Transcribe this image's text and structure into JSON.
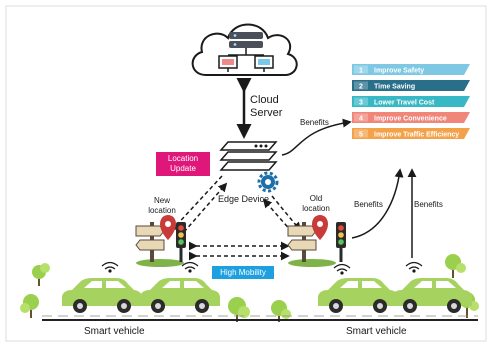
{
  "cloud": {
    "label": "Cloud\nServer"
  },
  "edge": {
    "label": "Edge Device"
  },
  "location_update": {
    "label": "Location\nUpdate"
  },
  "new_location": {
    "label": "New\nlocation"
  },
  "old_location": {
    "label": "Old\nlocation"
  },
  "high_mobility": {
    "label": "High Mobility"
  },
  "benefits_labels": [
    "Benefits",
    "Benefits",
    "Benefits"
  ],
  "benefits": [
    {
      "num": "1",
      "text": "Improve Safety",
      "color": "#7ec8e3"
    },
    {
      "num": "2",
      "text": "Time Saving",
      "color": "#2a6f8a"
    },
    {
      "num": "3",
      "text": "Lower Travel Cost",
      "color": "#37b8c4"
    },
    {
      "num": "4",
      "text": "Improve Convenience",
      "color": "#f0857a"
    },
    {
      "num": "5",
      "text": "Improve Traffic Efficiency",
      "color": "#f4a24a"
    }
  ],
  "vehicles": [
    "Smart vehicle",
    "Smart vehicle"
  ],
  "colors": {
    "car": "#a6d25f",
    "car_dark": "#6b9a3c",
    "update": "#e0177a",
    "mobility": "#1ea0e0",
    "tree": "#9bd04f",
    "road": "#222222"
  }
}
